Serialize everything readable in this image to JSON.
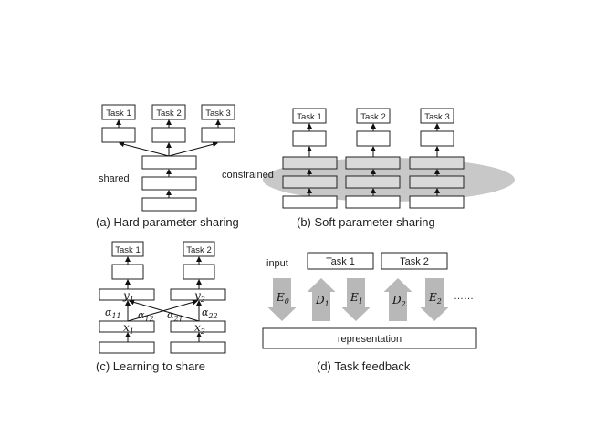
{
  "panels": {
    "a": {
      "caption": "(a)  Hard parameter sharing",
      "tasks": [
        "Task 1",
        "Task 2",
        "Task 3"
      ],
      "shared_label": "shared"
    },
    "b": {
      "caption": "(b)  Soft parameter sharing",
      "tasks": [
        "Task 1",
        "Task 2",
        "Task 3"
      ],
      "constrained_label": "constrained"
    },
    "c": {
      "caption": "(c)  Learning to share",
      "tasks": [
        "Task 1",
        "Task 2"
      ],
      "y1": "y",
      "y1_sub": "1",
      "y2": "y",
      "y2_sub": "2",
      "x1": "x",
      "x1_sub": "1",
      "x2": "x",
      "x2_sub": "2",
      "a11": "α",
      "a11_sub": "11",
      "a12": "α",
      "a12_sub": "12",
      "a21": "α",
      "a21_sub": "21",
      "a22": "α",
      "a22_sub": "22"
    },
    "d": {
      "caption": "(d) Task feedback",
      "input_label": "input",
      "tasks": [
        "Task 1",
        "Task 2"
      ],
      "representation": "representation",
      "arrows": [
        {
          "sym": "E",
          "sub": "0",
          "dir": "down"
        },
        {
          "sym": "D",
          "sub": "1",
          "dir": "up"
        },
        {
          "sym": "E",
          "sub": "1",
          "dir": "down"
        },
        {
          "sym": "D",
          "sub": "2",
          "dir": "up"
        },
        {
          "sym": "E",
          "sub": "2",
          "dir": "down"
        }
      ],
      "ellipsis": "……"
    }
  }
}
